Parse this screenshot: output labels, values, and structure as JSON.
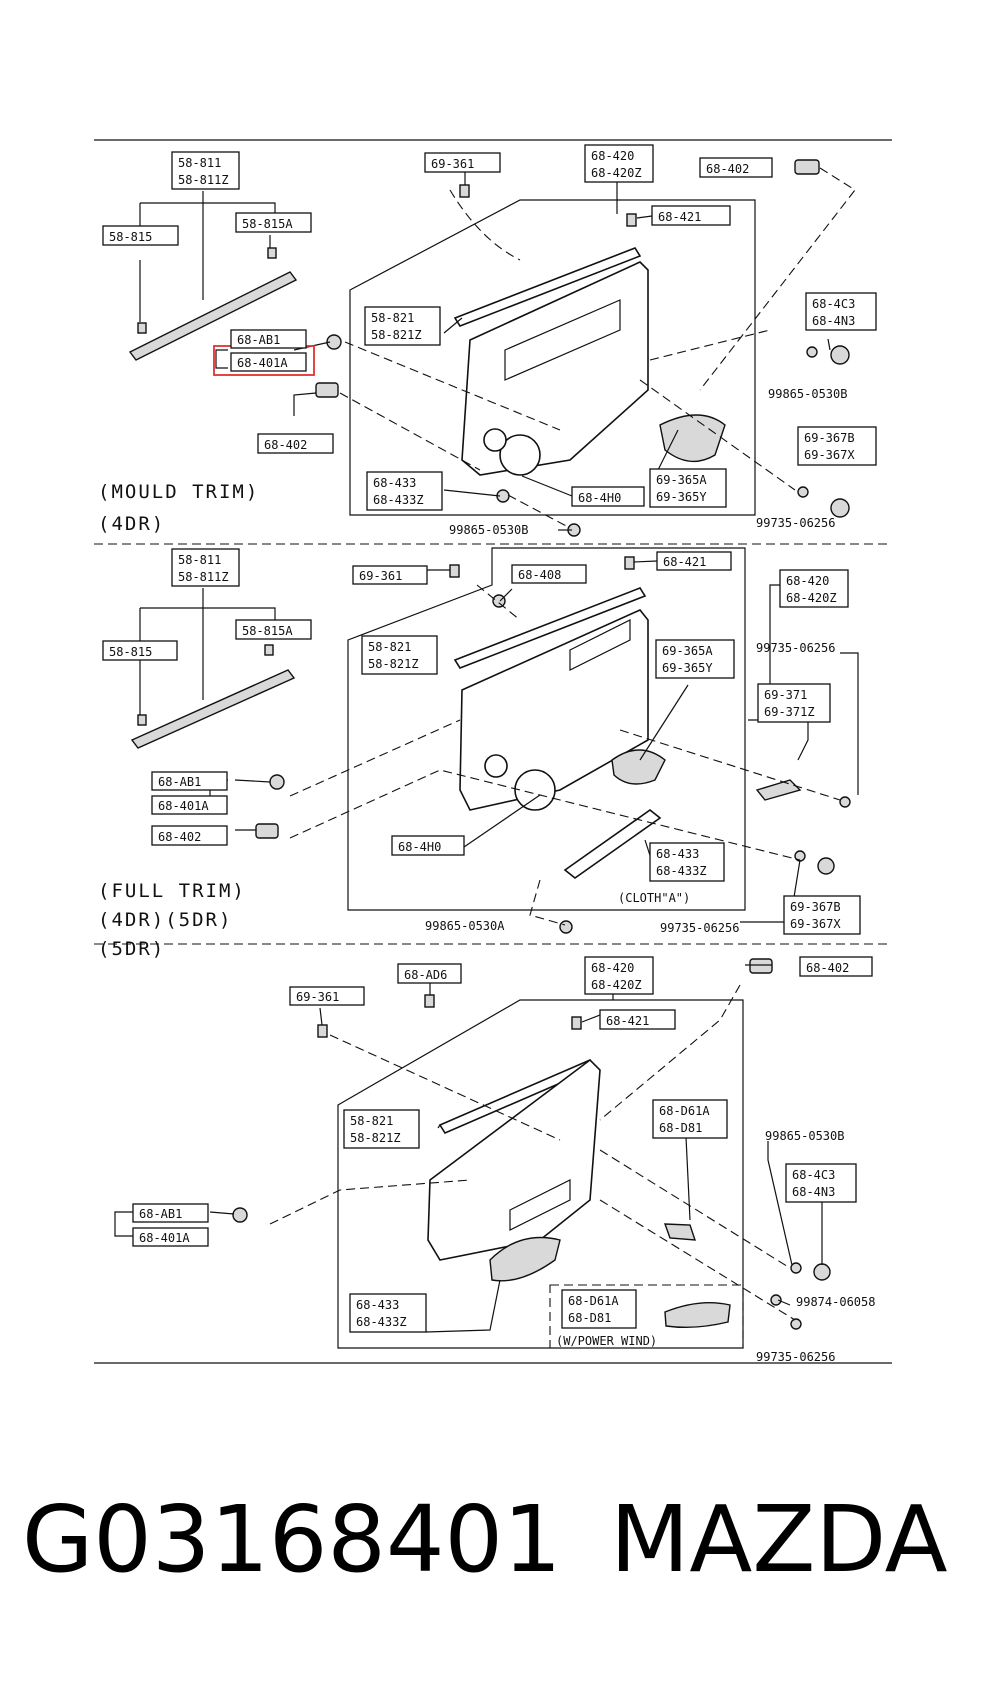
{
  "sections": {
    "mould_trim_lines": [
      "(MOULD TRIM)",
      "(4DR)"
    ],
    "full_trim_lines": [
      "(FULL TRIM)",
      "(4DR)(5DR)"
    ],
    "fivedr_line": "(5DR)"
  },
  "highlight": {
    "part": "68-401A",
    "color": "#e0322f"
  },
  "callouts": {
    "s1": {
      "p58811": [
        "58-811",
        "58-811Z"
      ],
      "p58815": "58-815",
      "p58815A": "58-815A",
      "p68AB1": "68-AB1",
      "p68401A": "68-401A",
      "p68402a": "68-402",
      "p69361": "69-361",
      "p68420": [
        "68-420",
        "68-420Z"
      ],
      "p68402b": "68-402",
      "p68421": "68-421",
      "p58821": [
        "58-821",
        "58-821Z"
      ],
      "p684C3": [
        "68-4C3",
        "68-4N3"
      ],
      "n99865a": "99865-0530B",
      "p69367": [
        "69-367B",
        "69-367X"
      ],
      "p68433": [
        "68-433",
        "68-433Z"
      ],
      "p684H0": "68-4H0",
      "p69365": [
        "69-365A",
        "69-365Y"
      ],
      "n99735a": "99735-06256",
      "n99865b": "99865-0530B"
    },
    "s2": {
      "p58811": [
        "58-811",
        "58-811Z"
      ],
      "p69361": "69-361",
      "p68408": "68-408",
      "p68421": "68-421",
      "p68420": [
        "68-420",
        "68-420Z"
      ],
      "p58815A": "58-815A",
      "p58815": "58-815",
      "p58821": [
        "58-821",
        "58-821Z"
      ],
      "p69365": [
        "69-365A",
        "69-365Y"
      ],
      "n99735a": "99735-06256",
      "p69371": [
        "69-371",
        "69-371Z"
      ],
      "p68AB1": "68-AB1",
      "p68401A": "68-401A",
      "p68402": "68-402",
      "p684H0": "68-4H0",
      "p68433": [
        "68-433",
        "68-433Z"
      ],
      "cloth": "(CLOTH\"A\")",
      "n99865": "99865-0530A",
      "n99735b": "99735-06256",
      "p69367": [
        "69-367B",
        "69-367X"
      ]
    },
    "s3": {
      "p68AD6": "68-AD6",
      "p68420": [
        "68-420",
        "68-420Z"
      ],
      "p68402": "68-402",
      "p69361": "69-361",
      "p68421": "68-421",
      "p58821": [
        "58-821",
        "58-821Z"
      ],
      "p68D61A": [
        "68-D61A",
        "68-D81"
      ],
      "n99865": "99865-0530B",
      "p684C3": [
        "68-4C3",
        "68-4N3"
      ],
      "p68AB1": "68-AB1",
      "p68401A": "68-401A",
      "n99874": "99874-06058",
      "p68433": [
        "68-433",
        "68-433Z"
      ],
      "p68D61A_pw": [
        "68-D61A",
        "68-D81"
      ],
      "pw": "(W/POWER WIND)",
      "n99735": "99735-06256"
    }
  },
  "footer": {
    "part_number": "G03168401",
    "brand": "MAZDA"
  }
}
